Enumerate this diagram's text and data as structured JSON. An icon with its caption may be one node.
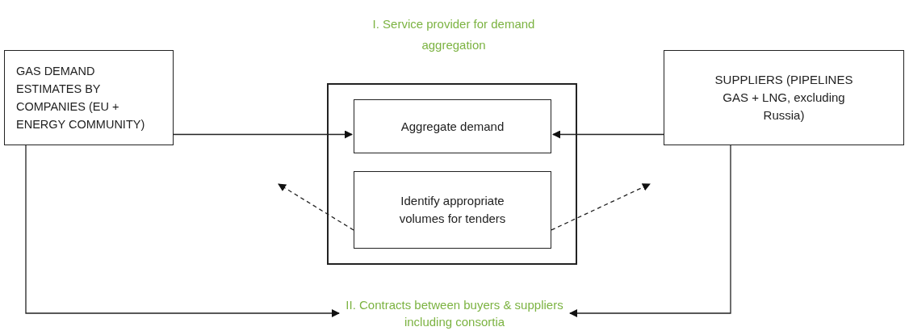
{
  "diagram": {
    "nodes": [
      {
        "text": [
          "GAS DEMAND ESTIMATES BY COMPANIES (EU + ENERGY COMMUNITY)"
        ]
      },
      {
        "text": [
          "I. Service provider for demand aggregation"
        ]
      },
      {
        "text": [
          "Aggregate demand"
        ],
        "in": 1
      },
      {
        "text": [
          "Identify appropriate volumes for tenders"
        ],
        "in": 1
      },
      {
        "text": [
          "SUPPLIERS (PIPELINES GAS + LNG, excluding Russia)"
        ]
      },
      {
        "text": [
          "II. Contracts between buyers & suppliers including consortia"
        ]
      }
    ],
    "edges": [
      {
        "from": 0,
        "to": 2,
        "arrow": "to"
      },
      {
        "from": 4,
        "to": 2,
        "arrow": "to"
      },
      {
        "from": 3,
        "to": null,
        "arrow": "to",
        "style": "dashed"
      },
      {
        "from": 3,
        "to": null,
        "arrow": "to",
        "style": "dashed"
      },
      {
        "from": 0,
        "to": 5,
        "arrow": "to"
      },
      {
        "from": 4,
        "to": 5,
        "arrow": "to"
      }
    ]
  }
}
